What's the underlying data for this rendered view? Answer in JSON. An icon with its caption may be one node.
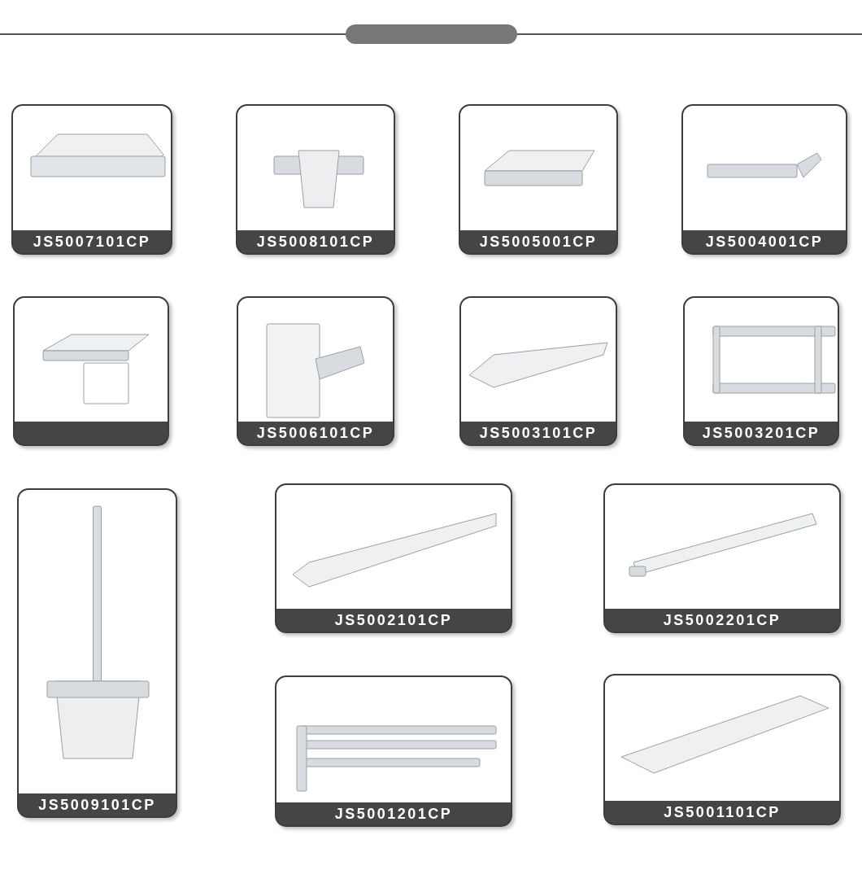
{
  "diagram": {
    "nodes": [
      {
        "text": [
          "JS5007101CP"
        ]
      },
      {
        "text": [
          "JS5008101CP"
        ]
      },
      {
        "text": [
          "JS5005001CP"
        ]
      },
      {
        "text": [
          "JS5004001CP"
        ]
      },
      {
        "text": [],
        "shape": "box"
      },
      {
        "text": [
          "JS5006101CP"
        ]
      },
      {
        "text": [
          "JS5003101CP"
        ]
      },
      {
        "text": [
          "JS5003201CP"
        ]
      },
      {
        "text": [
          "JS5009101CP"
        ]
      },
      {
        "text": [
          "JS5002101CP"
        ]
      },
      {
        "text": [
          "JS5002201CP"
        ]
      },
      {
        "text": [
          "JS5001201CP"
        ]
      },
      {
        "text": [
          "JS5001101CP"
        ]
      }
    ]
  }
}
